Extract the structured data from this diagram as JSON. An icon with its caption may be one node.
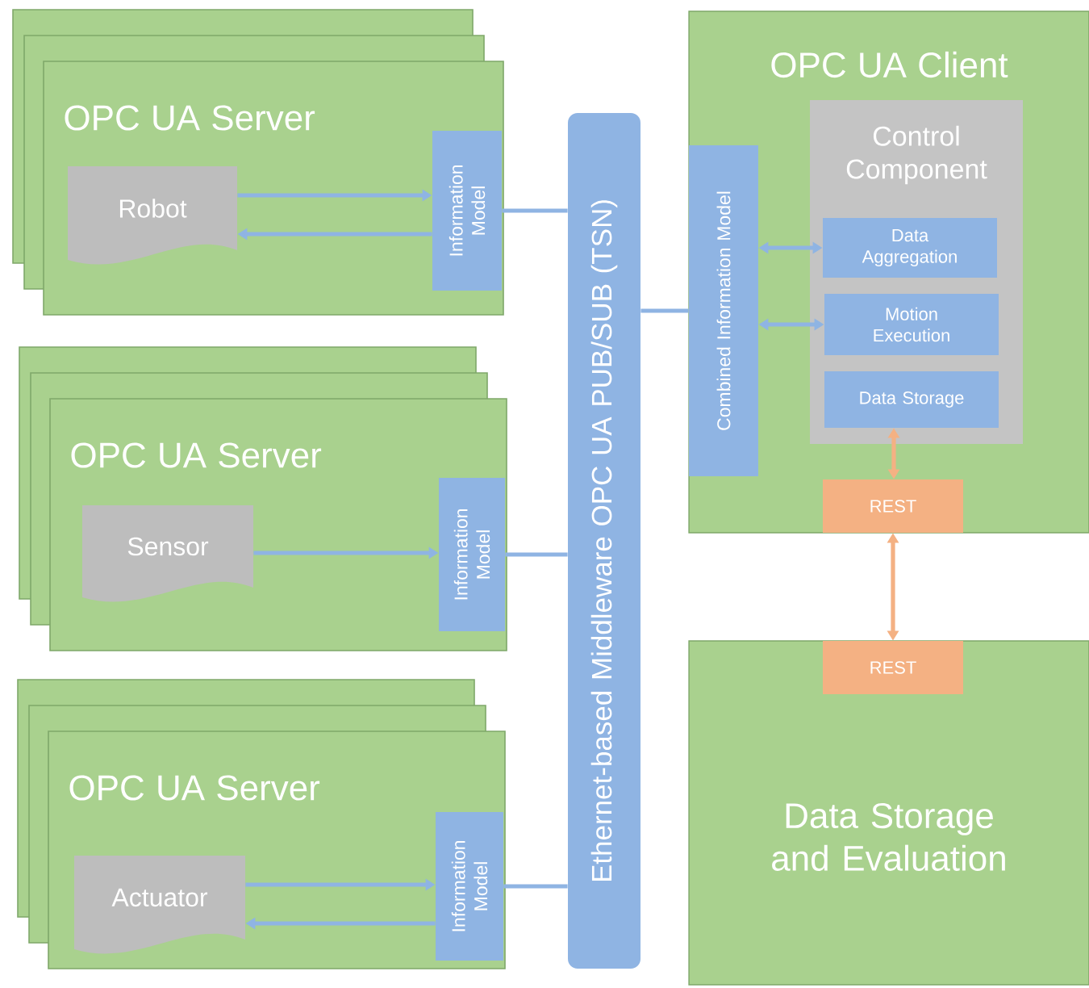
{
  "diagram": {
    "nodes": [
      {
        "text": [
          "OPC UA Server"
        ]
      },
      {
        "text": [
          "Robot"
        ],
        "in": 0
      },
      {
        "text": [
          "Information Model"
        ],
        "in": 0
      },
      {
        "text": [
          "OPC UA Server"
        ]
      },
      {
        "text": [
          "Sensor"
        ],
        "in": 3
      },
      {
        "text": [
          "Information Model"
        ],
        "in": 3
      },
      {
        "text": [
          "OPC UA Server"
        ]
      },
      {
        "text": [
          "Actuator"
        ],
        "in": 6
      },
      {
        "text": [
          "Information Model"
        ],
        "in": 6
      },
      {
        "text": [
          "Ethernet-based Middleware OPC UA PUB/SUB (TSN)"
        ]
      },
      {
        "text": [
          "OPC UA Client"
        ]
      },
      {
        "text": [
          "Combined Information Model"
        ],
        "in": 10
      },
      {
        "text": [
          "Control Component"
        ],
        "in": 10
      },
      {
        "text": [
          "Data Aggregation"
        ],
        "in": 12
      },
      {
        "text": [
          "Motion Execution"
        ],
        "in": 12
      },
      {
        "text": [
          "Data Storage"
        ],
        "in": 12
      },
      {
        "text": [
          "REST"
        ],
        "in": 10
      },
      {
        "text": [
          "Data Storage and Evaluation"
        ]
      },
      {
        "text": [
          "REST"
        ],
        "in": 17
      }
    ],
    "edges": [
      {
        "from": 1,
        "to": 2,
        "arrow": "to"
      },
      {
        "from": 2,
        "to": 1,
        "arrow": "to"
      },
      {
        "from": 2,
        "to": 9,
        "arrow": "none"
      },
      {
        "from": 4,
        "to": 5,
        "arrow": "to"
      },
      {
        "from": 5,
        "to": 9,
        "arrow": "none"
      },
      {
        "from": 7,
        "to": 8,
        "arrow": "to"
      },
      {
        "from": 8,
        "to": 7,
        "arrow": "to"
      },
      {
        "from": 8,
        "to": 9,
        "arrow": "none"
      },
      {
        "from": 9,
        "to": 11,
        "arrow": "none"
      },
      {
        "from": 11,
        "to": 13,
        "arrow": "both"
      },
      {
        "from": 11,
        "to": 14,
        "arrow": "both"
      },
      {
        "from": 15,
        "to": 16,
        "arrow": "both",
        "color": "#f4b183"
      },
      {
        "from": 16,
        "to": 18,
        "arrow": "both",
        "color": "#f4b183"
      }
    ]
  }
}
